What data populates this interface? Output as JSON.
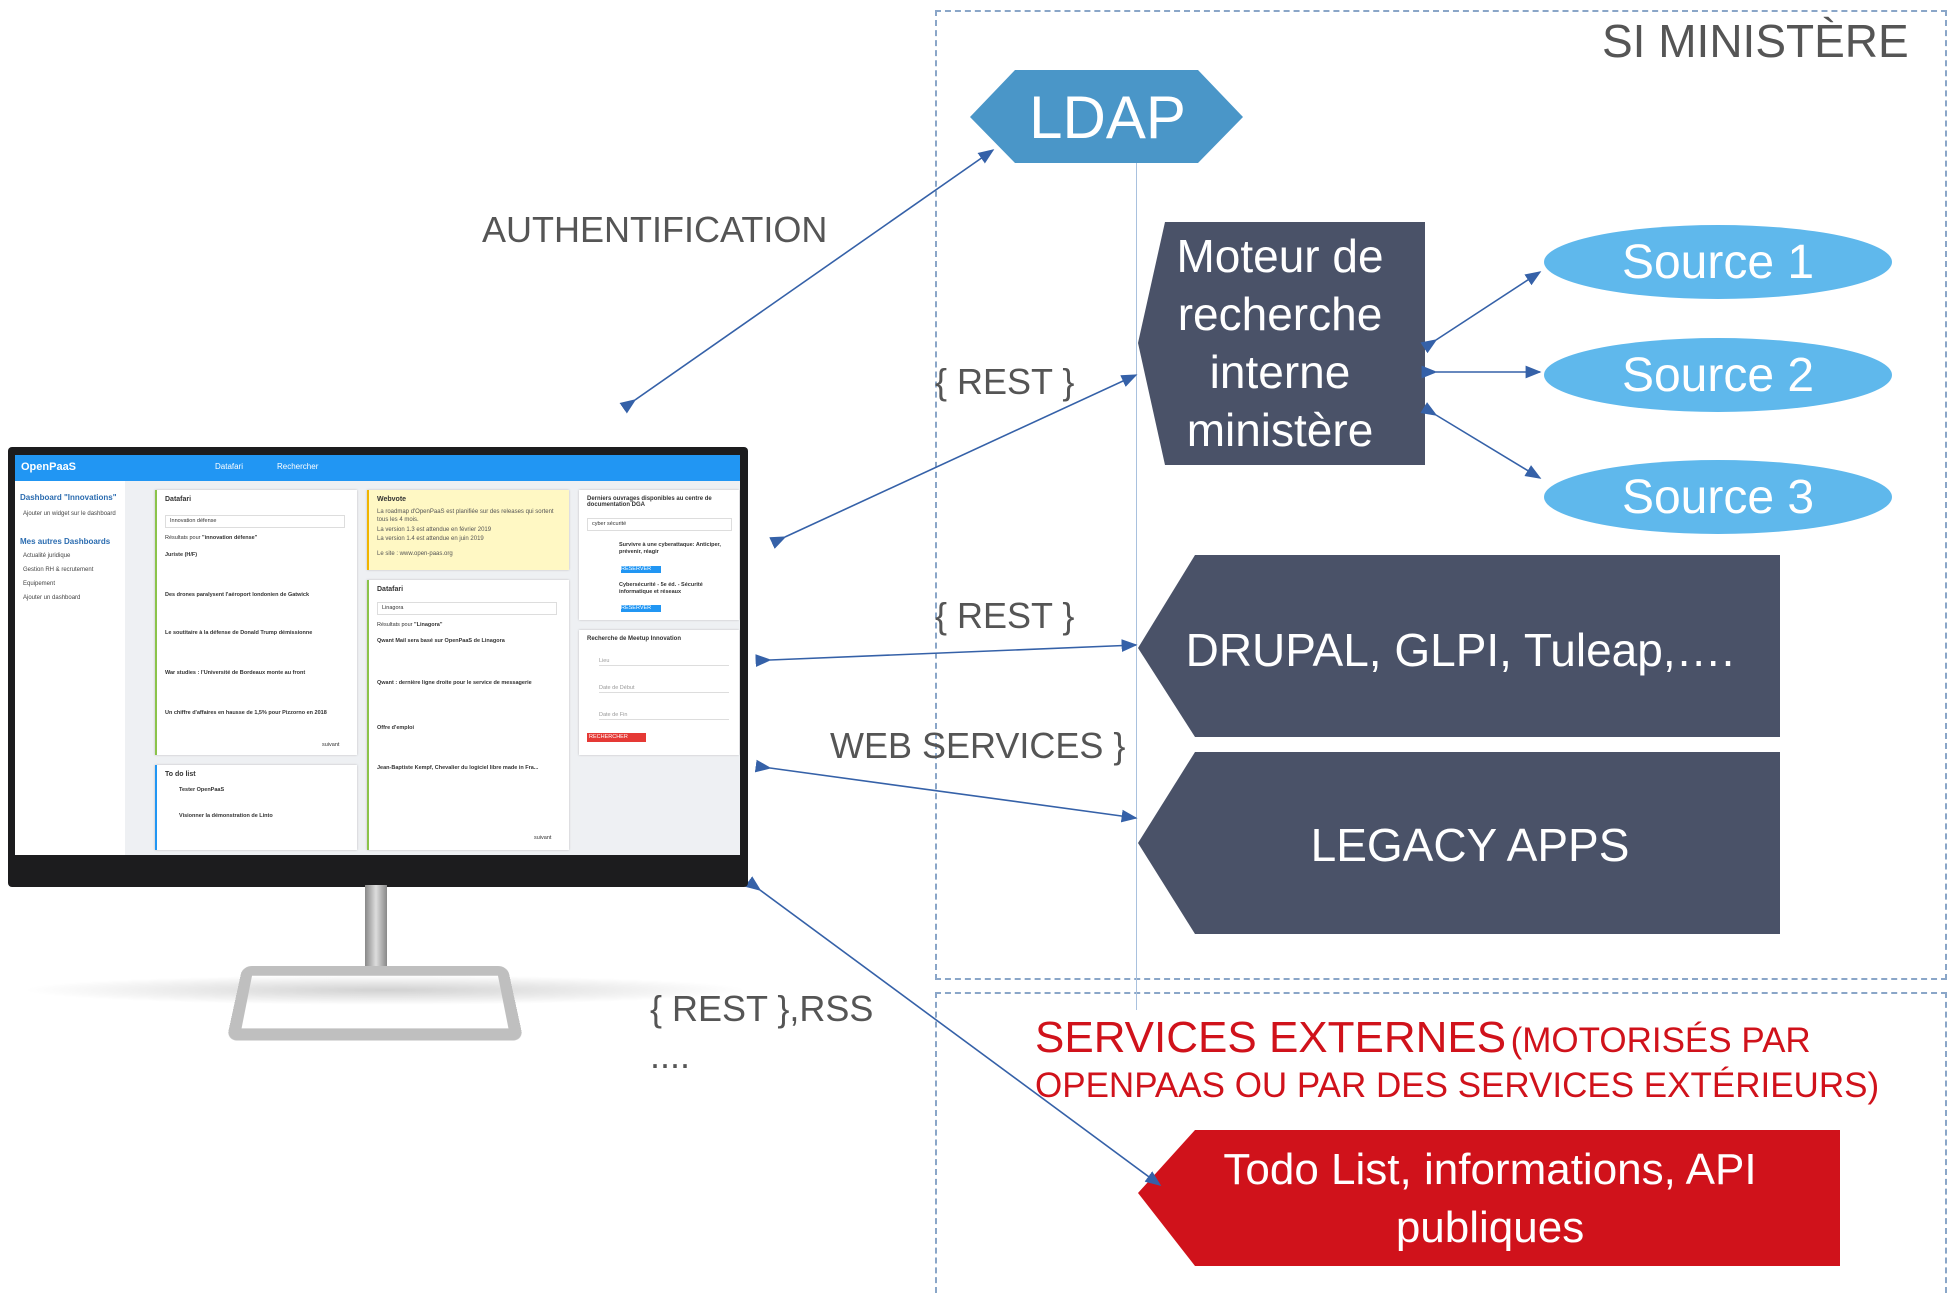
{
  "zones": {
    "si_ministere": "SI MINISTÈRE",
    "services_externes_main": "SERVICES EXTERNES",
    "services_externes_sub1": "(MOTORISÉS PAR",
    "services_externes_sub2": "OPENPAAS OU PAR DES SERVICES EXTÉRIEURS)"
  },
  "nodes": {
    "ldap": "LDAP",
    "moteur": [
      "Moteur de",
      "recherche",
      "interne",
      "ministère"
    ],
    "source1": "Source 1",
    "source2": "Source 2",
    "source3": "Source 3",
    "drupal": "DRUPAL, GLPI, Tuleap,….",
    "legacy": "LEGACY APPS",
    "todo": [
      "Todo List, informations, API",
      "publiques"
    ]
  },
  "edge_labels": {
    "auth": "AUTHENTIFICATION",
    "rest1": "{ REST }",
    "rest2": "{ REST }",
    "webservices": "WEB SERVICES }",
    "rest_rss": "{ REST },RSS",
    "dots": "...."
  },
  "screen": {
    "logo": "OpenPaaS",
    "breadcrumb": "Datafari",
    "search_placeholder": "Rechercher",
    "sidebar": {
      "title": "Dashboard \"Innovations\"",
      "add_widget": "Ajouter un widget sur le dashboard",
      "my_dashboards": "Mes autres Dashboards",
      "items": [
        "Actualité juridique",
        "Gestion RH & recrutement",
        "Equipement",
        "Ajouter un dashboard"
      ]
    },
    "datafari1": {
      "title": "Datafari",
      "query": "Innovation défense",
      "results_for": "Résultats pour",
      "results_query": "\"innovation défense\"",
      "results": [
        "Juriste (H/F)",
        "Des drones paralysent l'aéroport londonien de Gatwick",
        "Le soutitaire à la défense de Donald Trump démissionne",
        "War studies : l'Université de Bordeaux monte au front",
        "Un chiffre d'affaires en hausse de 1,5% pour Pizzorno en 2018"
      ],
      "next": "suivant"
    },
    "todo": {
      "title": "To do list",
      "items": [
        "Tester OpenPaaS",
        "Visionner la démonstration de Linto"
      ]
    },
    "webvote": {
      "title": "Webvote",
      "lines": [
        "La roadmap d'OpenPaaS est planifiée sur des releases qui sortent tous les 4 mois.",
        "La version 1.3 est attendue en février 2019",
        "La version 1.4 est attendue en juin 2019",
        "Le site : www.open-paas.org"
      ]
    },
    "datafari2": {
      "title": "Datafari",
      "query": "Linagora",
      "results_for": "Résultats pour",
      "results_query": "\"Linagora\"",
      "results": [
        "Qwant Mail sera basé sur OpenPaaS de Linagora",
        "Qwant : dernière ligne droite pour le service de messagerie",
        "Offre d'emploi",
        "Jean-Baptiste Kempf, Chevalier du logiciel libre made in Fra..."
      ],
      "next": "suivant"
    },
    "books": {
      "title": "Derniers ouvrages disponibles au centre de documentation DGA",
      "query": "cyber sécurité",
      "items": [
        "Survivre à une cyberattaque: Anticiper, prévenir, réagir",
        "Cybersécurité - 5e éd. - Sécurité informatique et réseaux"
      ],
      "reserve": "RESERVER"
    },
    "meetup": {
      "title": "Recherche de Meetup Innovation",
      "fields": [
        "Lieu",
        "Date de Début",
        "Date de Fin"
      ],
      "button": "RECHERCHER"
    }
  },
  "colors": {
    "dark_node": "#4a5268",
    "ldap": "#4a96c8",
    "source": "#5fb8ec",
    "todo_red": "#d0121b",
    "external_text": "#d0121b",
    "arrow": "#3561a8",
    "dashed": "#8aa6c8"
  }
}
